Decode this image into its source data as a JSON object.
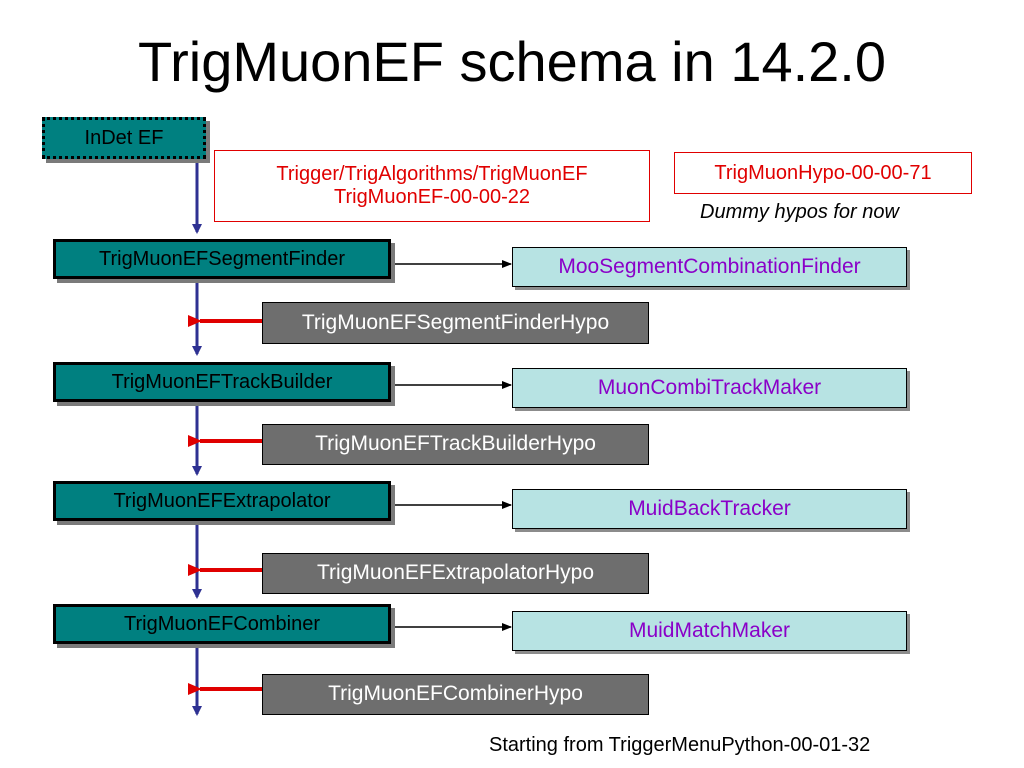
{
  "title": "TrigMuonEF schema in 14.2.0",
  "indet": "InDet EF",
  "package_box": {
    "line1": "Trigger/TrigAlgorithms/TrigMuonEF",
    "line2": "TrigMuonEF-00-00-22"
  },
  "hypo_package_box": "TrigMuonHypo-00-00-71",
  "dummy_note": "Dummy hypos for now",
  "algorithms": [
    {
      "name": "TrigMuonEFSegmentFinder",
      "tool": "MooSegmentCombinationFinder",
      "hypo": "TrigMuonEFSegmentFinderHypo"
    },
    {
      "name": "TrigMuonEFTrackBuilder",
      "tool": "MuonCombiTrackMaker",
      "hypo": "TrigMuonEFTrackBuilderHypo"
    },
    {
      "name": "TrigMuonEFExtrapolator",
      "tool": "MuidBackTracker",
      "hypo": "TrigMuonEFExtrapolatorHypo"
    },
    {
      "name": "TrigMuonEFCombiner",
      "tool": "MuidMatchMaker",
      "hypo": "TrigMuonEFCombinerHypo"
    }
  ],
  "footer_note": "Starting from TriggerMenuPython-00-01-32",
  "colors": {
    "algorithm_fill": "#008080",
    "tool_fill": "#b7e3e3",
    "tool_text": "#8a00c8",
    "hypo_fill": "#6e6e6e",
    "flow_line": "#2e3192",
    "hypo_arrow": "#e00000",
    "package_text": "#e00000"
  }
}
